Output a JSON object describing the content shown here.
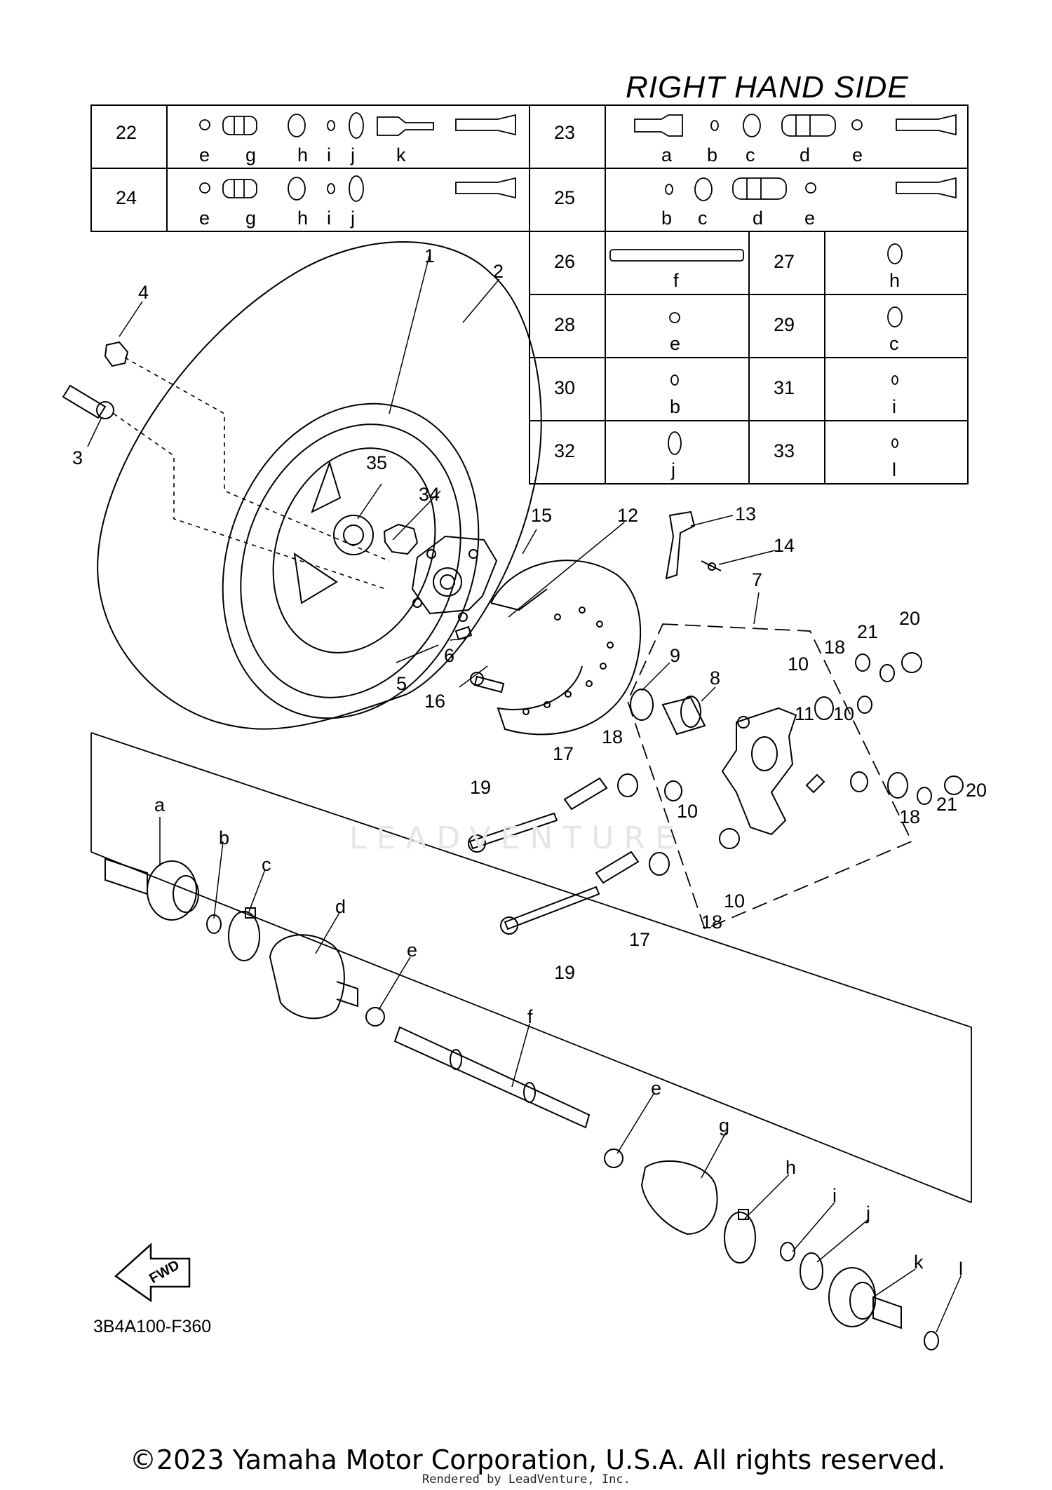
{
  "header": {
    "title": "RIGHT HAND SIDE"
  },
  "kit_table": {
    "rows": [
      {
        "left": {
          "no": "22",
          "letters": [
            "e",
            "g",
            "h",
            "i",
            "j",
            "k"
          ]
        },
        "right": {
          "no": "23",
          "letters": [
            "a",
            "b",
            "c",
            "d",
            "e"
          ]
        }
      },
      {
        "left": {
          "no": "24",
          "letters": [
            "e",
            "g",
            "h",
            "i",
            "j"
          ]
        },
        "right": {
          "no": "25",
          "letters": [
            "b",
            "c",
            "d",
            "e"
          ]
        }
      }
    ],
    "small_cells": [
      {
        "no": "26",
        "letter": "f"
      },
      {
        "no": "27",
        "letter": "h"
      },
      {
        "no": "28",
        "letter": "e"
      },
      {
        "no": "29",
        "letter": "c"
      },
      {
        "no": "30",
        "letter": "b"
      },
      {
        "no": "31",
        "letter": "i"
      },
      {
        "no": "32",
        "letter": "j"
      },
      {
        "no": "33",
        "letter": "l"
      }
    ]
  },
  "callouts": {
    "c1": "1",
    "c2": "2",
    "c3": "3",
    "c4": "4",
    "c5": "5",
    "c6": "6",
    "c7": "7",
    "c8": "8",
    "c9": "9",
    "c10a": "10",
    "c10b": "10",
    "c10c": "10",
    "c10d": "10",
    "c11": "11",
    "c12": "12",
    "c13": "13",
    "c14": "14",
    "c15": "15",
    "c16": "16",
    "c17a": "17",
    "c17b": "17",
    "c18a": "18",
    "c18b": "18",
    "c18c": "18",
    "c18d": "18",
    "c19a": "19",
    "c19b": "19",
    "c20a": "20",
    "c20b": "20",
    "c21a": "21",
    "c21b": "21",
    "c34": "34",
    "c35": "35",
    "la": "a",
    "lb": "b",
    "lc": "c",
    "ld": "d",
    "le1": "e",
    "lf": "f",
    "le2": "e",
    "lg": "g",
    "lh": "h",
    "li": "i",
    "lj": "j",
    "lk": "k",
    "ll": "l"
  },
  "fwd_label": "FWD",
  "diagram_code": "3B4A100-F360",
  "watermark": "LEADVENTURE",
  "footer": {
    "copyright": "©2023 Yamaha Motor Corporation, U.S.A. All rights reserved.",
    "rendered_by": "Rendered by LeadVenture, Inc."
  }
}
